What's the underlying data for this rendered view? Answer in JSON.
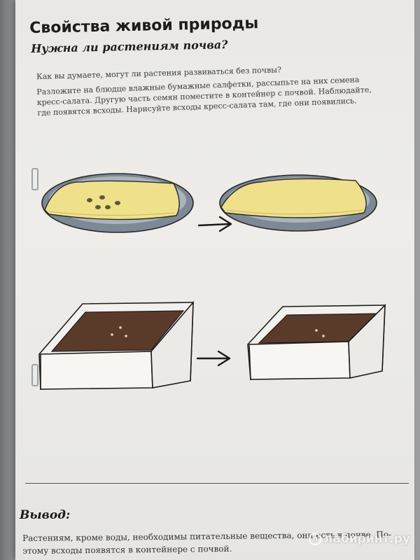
{
  "page": {
    "title": "Свойства живой природы",
    "subtitle": "Нужна ли растениям почва?",
    "question": "Как вы думаете, могут ли растения развиваться без почвы?",
    "instructions": [
      "Разложите на блюдце влажные бумажные салфетки, рассыпьте на них семена",
      "кресс-салата. Другую часть семян поместите в контейнер с почвой. Наблюдайте,",
      "где появятся всходы. Нарисуйте всходы кресс-салата там, где они появились."
    ],
    "conclusion_label": "Вывод:",
    "conclusion_lines": [
      "Растениям, кроме воды, необходимы питательные вещества, они есть в почве. По-",
      "этому всходы появятся в контейнере с почвой."
    ]
  },
  "watermark": {
    "text": "лабиринт.ру",
    "icon": "labyrinth-logo-icon"
  },
  "colors": {
    "paper": "#eeede9",
    "plate": "#8f9aa6",
    "napkin": "#efe08a",
    "soil": "#5a3b2a",
    "ink": "#1c1c1c"
  }
}
